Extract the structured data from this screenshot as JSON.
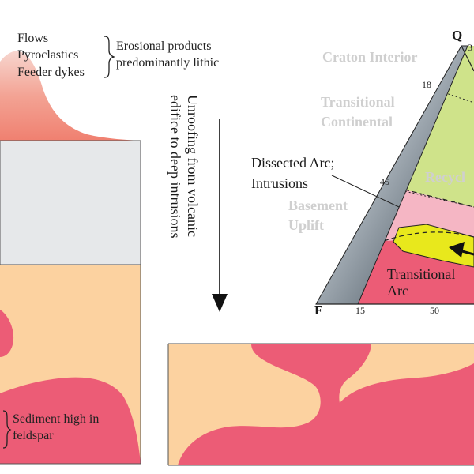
{
  "volcanic_labels": {
    "flows": "Flows",
    "pyroclastics": "Pyroclastics",
    "feeder_dykes": "Feeder dykes",
    "erosional_1": "Erosional products",
    "erosional_2": "predominantly lithic"
  },
  "arrow_text": {
    "line1": "Unroofing from volcanic",
    "line2": "edifice to deep intrusions"
  },
  "sediment_labels": {
    "line1": "Sediment high in",
    "line2": "feldspar"
  },
  "ternary": {
    "apex_q": "Q",
    "apex_f": "F",
    "tick_top": "3",
    "tick_18": "18",
    "tick_45": "45",
    "tick_15": "15",
    "tick_50": "50",
    "craton_interior": "Craton Interior",
    "transitional_continental_1": "Transitional",
    "transitional_continental_2": "Continental",
    "recycled": "Recycl",
    "basement_uplift_1": "Basement",
    "basement_uplift_2": "Uplift",
    "dissected_arc_1": "Dissected Arc;",
    "dissected_arc_2": "Intrusions",
    "transitional_arc_1": "Transitional",
    "transitional_arc_2": "Arc"
  },
  "colors": {
    "salmon": "#f28a7a",
    "peach": "#fcd2a0",
    "rose": "#ec5c76",
    "grey_block": "#e6e8ea",
    "lime": "#cfe38a",
    "pink": "#f5b6c4",
    "yellow": "#e8e81c",
    "slate": "#3f4f5c"
  }
}
